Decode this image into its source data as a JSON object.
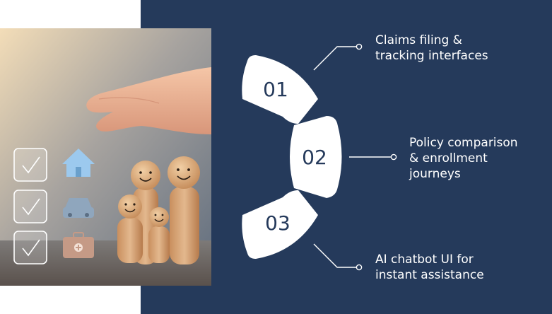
{
  "colors": {
    "background": "#ffffff",
    "panel": "#253a5b",
    "segment": "#ffffff",
    "segment_text": "#253a5b",
    "connector": "#ffffff"
  },
  "items": [
    {
      "number": "01",
      "caption": "Claims filing &\ntracking interfaces"
    },
    {
      "number": "02",
      "caption": "Policy comparison\n& enrollment\njourneys"
    },
    {
      "number": "03",
      "caption": "AI chatbot UI for\ninstant assistance"
    }
  ],
  "photo": {
    "checkbox_icons": [
      "check-icon",
      "check-icon",
      "check-icon"
    ],
    "category_icons": [
      "house-icon",
      "car-icon",
      "medical-kit-icon"
    ]
  }
}
